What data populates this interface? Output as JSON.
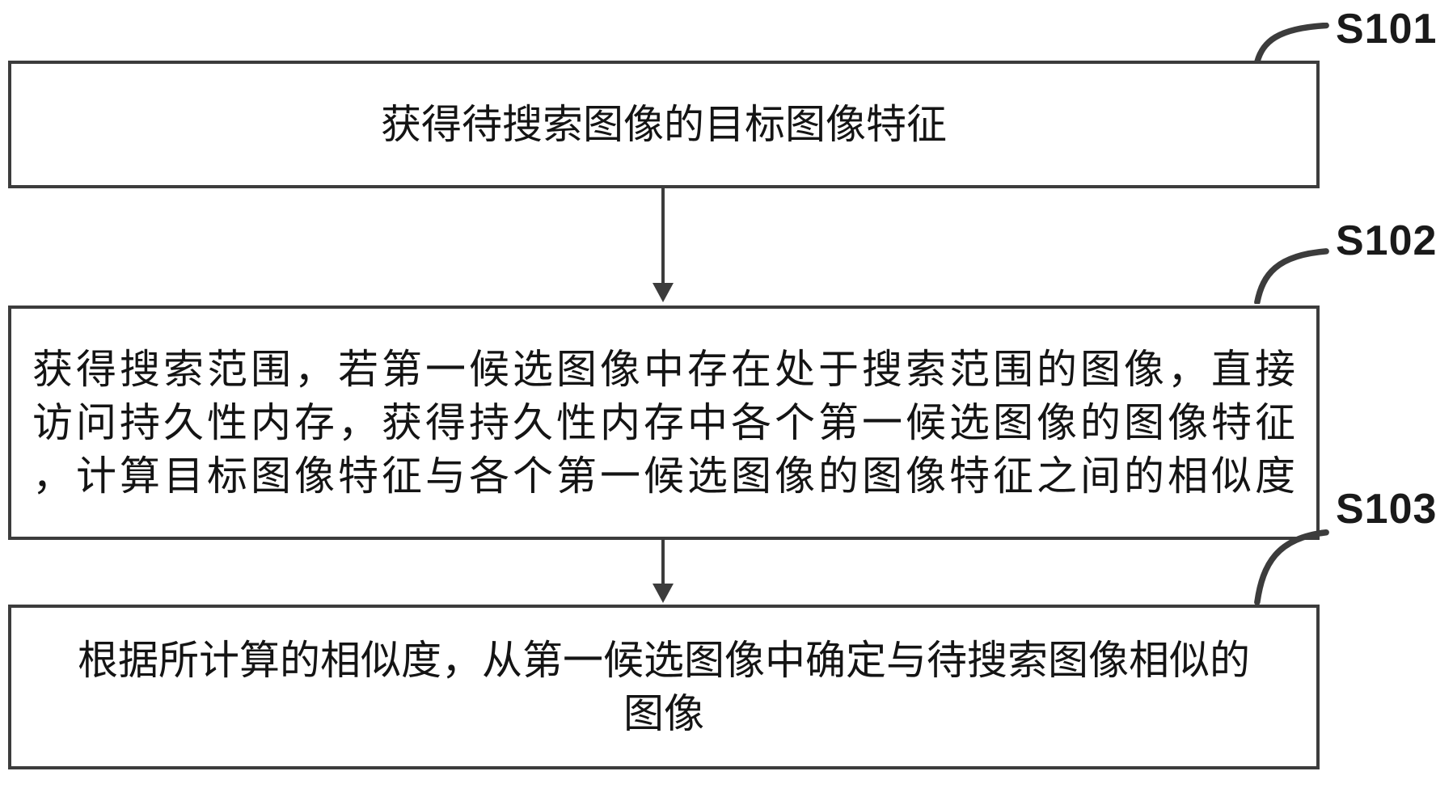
{
  "figure": {
    "type": "flowchart",
    "background": "#ffffff",
    "line_color": "#3c3c3c",
    "text_color": "#141414",
    "steps": [
      {
        "label": "S101",
        "lines": [
          "获得待搜索图像的目标图像特征"
        ]
      },
      {
        "label": "S102",
        "lines": [
          "获得搜索范围，若第一候选图像中存在处于搜索范围的图像，直接",
          "访问持久性内存，获得持久性内存中各个第一候选图像的图像特征",
          "，计算目标图像特征与各个第一候选图像的图像特征之间的相似度"
        ]
      },
      {
        "label": "S103",
        "lines": [
          "根据所计算的相似度，从第一候选图像中确定与待搜索图像相似的",
          "图像"
        ]
      }
    ]
  }
}
